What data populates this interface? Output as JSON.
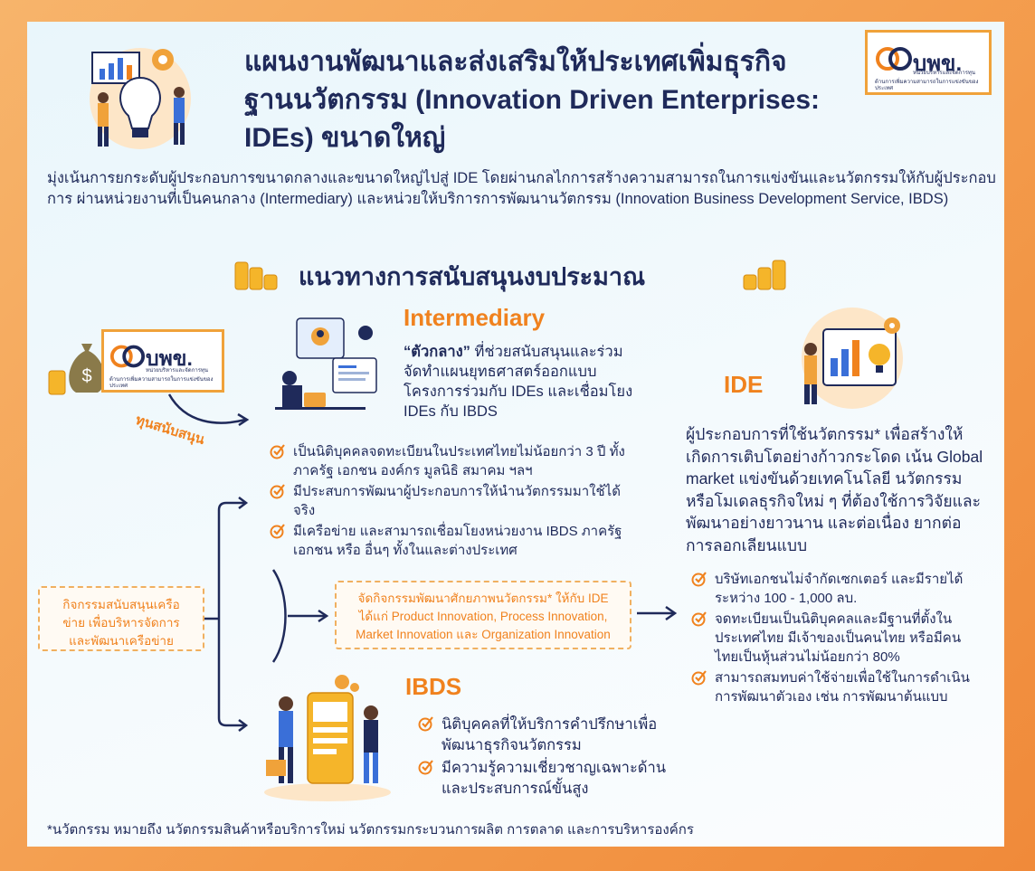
{
  "title": "แผนงานพัฒนาและส่งเสริมให้ประเทศเพิ่มธุรกิจฐานนวัตกรรม (Innovation Driven Enterprises: IDEs) ขนาดใหญ่",
  "logo": {
    "mark": "บพข.",
    "subtitle_line1": "หน่วยบริหารและจัดการทุน",
    "subtitle_line2": "ด้านการเพิ่มความสามารถในการแข่งขันของประเทศ"
  },
  "intro": "มุ่งเน้นการยกระดับผู้ประกอบการขนาดกลางและขนาดใหญ่ไปสู่ IDE โดยผ่านกลไกการสร้างความสามารถในการแข่งขันและนวัตกรรมให้กับผู้ประกอบการ ผ่านหน่วยงานที่เป็นคนกลาง (Intermediary) และหน่วยให้บริการการพัฒนานวัตกรรม (Innovation Business Development Service, IBDS)",
  "budget_heading": "แนวทางการสนับสนุนงบประมาณ",
  "funding_label": "ทุนสนับสนุน",
  "intermediary": {
    "title": "Intermediary",
    "desc_bold": "“ตัวกลาง”",
    "desc_rest": " ที่ช่วยสนับสนุนและร่วมจัดทำแผนยุทธศาสตร์ออกแบบโครงการร่วมกับ IDEs และเชื่อมโยง IDEs กับ IBDS",
    "checks": [
      "เป็นนิติบุคคลจดทะเบียนในประเทศไทยไม่น้อยกว่า 3 ปี ทั้งภาครัฐ เอกชน องค์กร มูลนิธิ สมาคม ฯลฯ",
      "มีประสบการพัฒนาผู้ประกอบการให้นำนวัตกรรมมาใช้ได้จริง",
      "มีเครือข่าย และสามารถเชื่อมโยงหน่วยงาน IBDS ภาครัฐ เอกชน หรือ อื่นๆ ทั้งในและต่างประเทศ"
    ]
  },
  "network_box": "กิจกรรมสนับสนุนเครือข่าย เพื่อบริหารจัดการ และพัฒนาเครือข่าย",
  "center_box": "จัดกิจกรรมพัฒนาศักยภาพนวัตกรรม* ให้กับ IDE ได้แก่ Product Innovation, Process Innovation, Market Innovation และ Organization Innovation",
  "ibds": {
    "title": "IBDS",
    "checks": [
      "นิติบุคคลที่ให้บริการคำปรึกษาเพื่อพัฒนาธุรกิจนวัตกรรม",
      "มีความรู้ความเชี่ยวชาญเฉพาะด้านและประสบการณ์ขั้นสูง"
    ]
  },
  "ide": {
    "title": "IDE",
    "desc": "ผู้ประกอบการที่ใช้นวัตกรรม* เพื่อสร้างให้เกิดการเติบโตอย่างก้าวกระโดด เน้น Global market แข่งขันด้วยเทคโนโลยี นวัตกรรม หรือโมเดลธุรกิจใหม่ ๆ ที่ต้องใช้การวิจัยและพัฒนาอย่างยาวนาน และต่อเนื่อง ยากต่อการลอกเลียนแบบ",
    "checks": [
      "บริษัทเอกชนไม่จำกัดเซกเตอร์ และมีรายได้ระหว่าง 100 - 1,000 ลบ.",
      "จดทะเบียนเป็นนิติบุคคลและมีฐานที่ตั้งในประเทศไทย มีเจ้าของเป็นคนไทย หรือมีคนไทยเป็นหุ้นส่วนไม่น้อยกว่า 80%",
      "สามารถสมทบค่าใช้จ่ายเพื่อใช้ในการดำเนินการพัฒนาตัวเอง เช่น การพัฒนาต้นแบบ"
    ]
  },
  "footnote": "*นวัตกรรม หมายถึง นวัตกรรมสินค้าหรือบริการใหม่ นวัตกรรมกระบวนการผลิต การตลาด และการบริหารองค์กร",
  "colors": {
    "navy": "#1f2a5a",
    "orange": "#f0821e",
    "frame": "#f39a4a"
  }
}
